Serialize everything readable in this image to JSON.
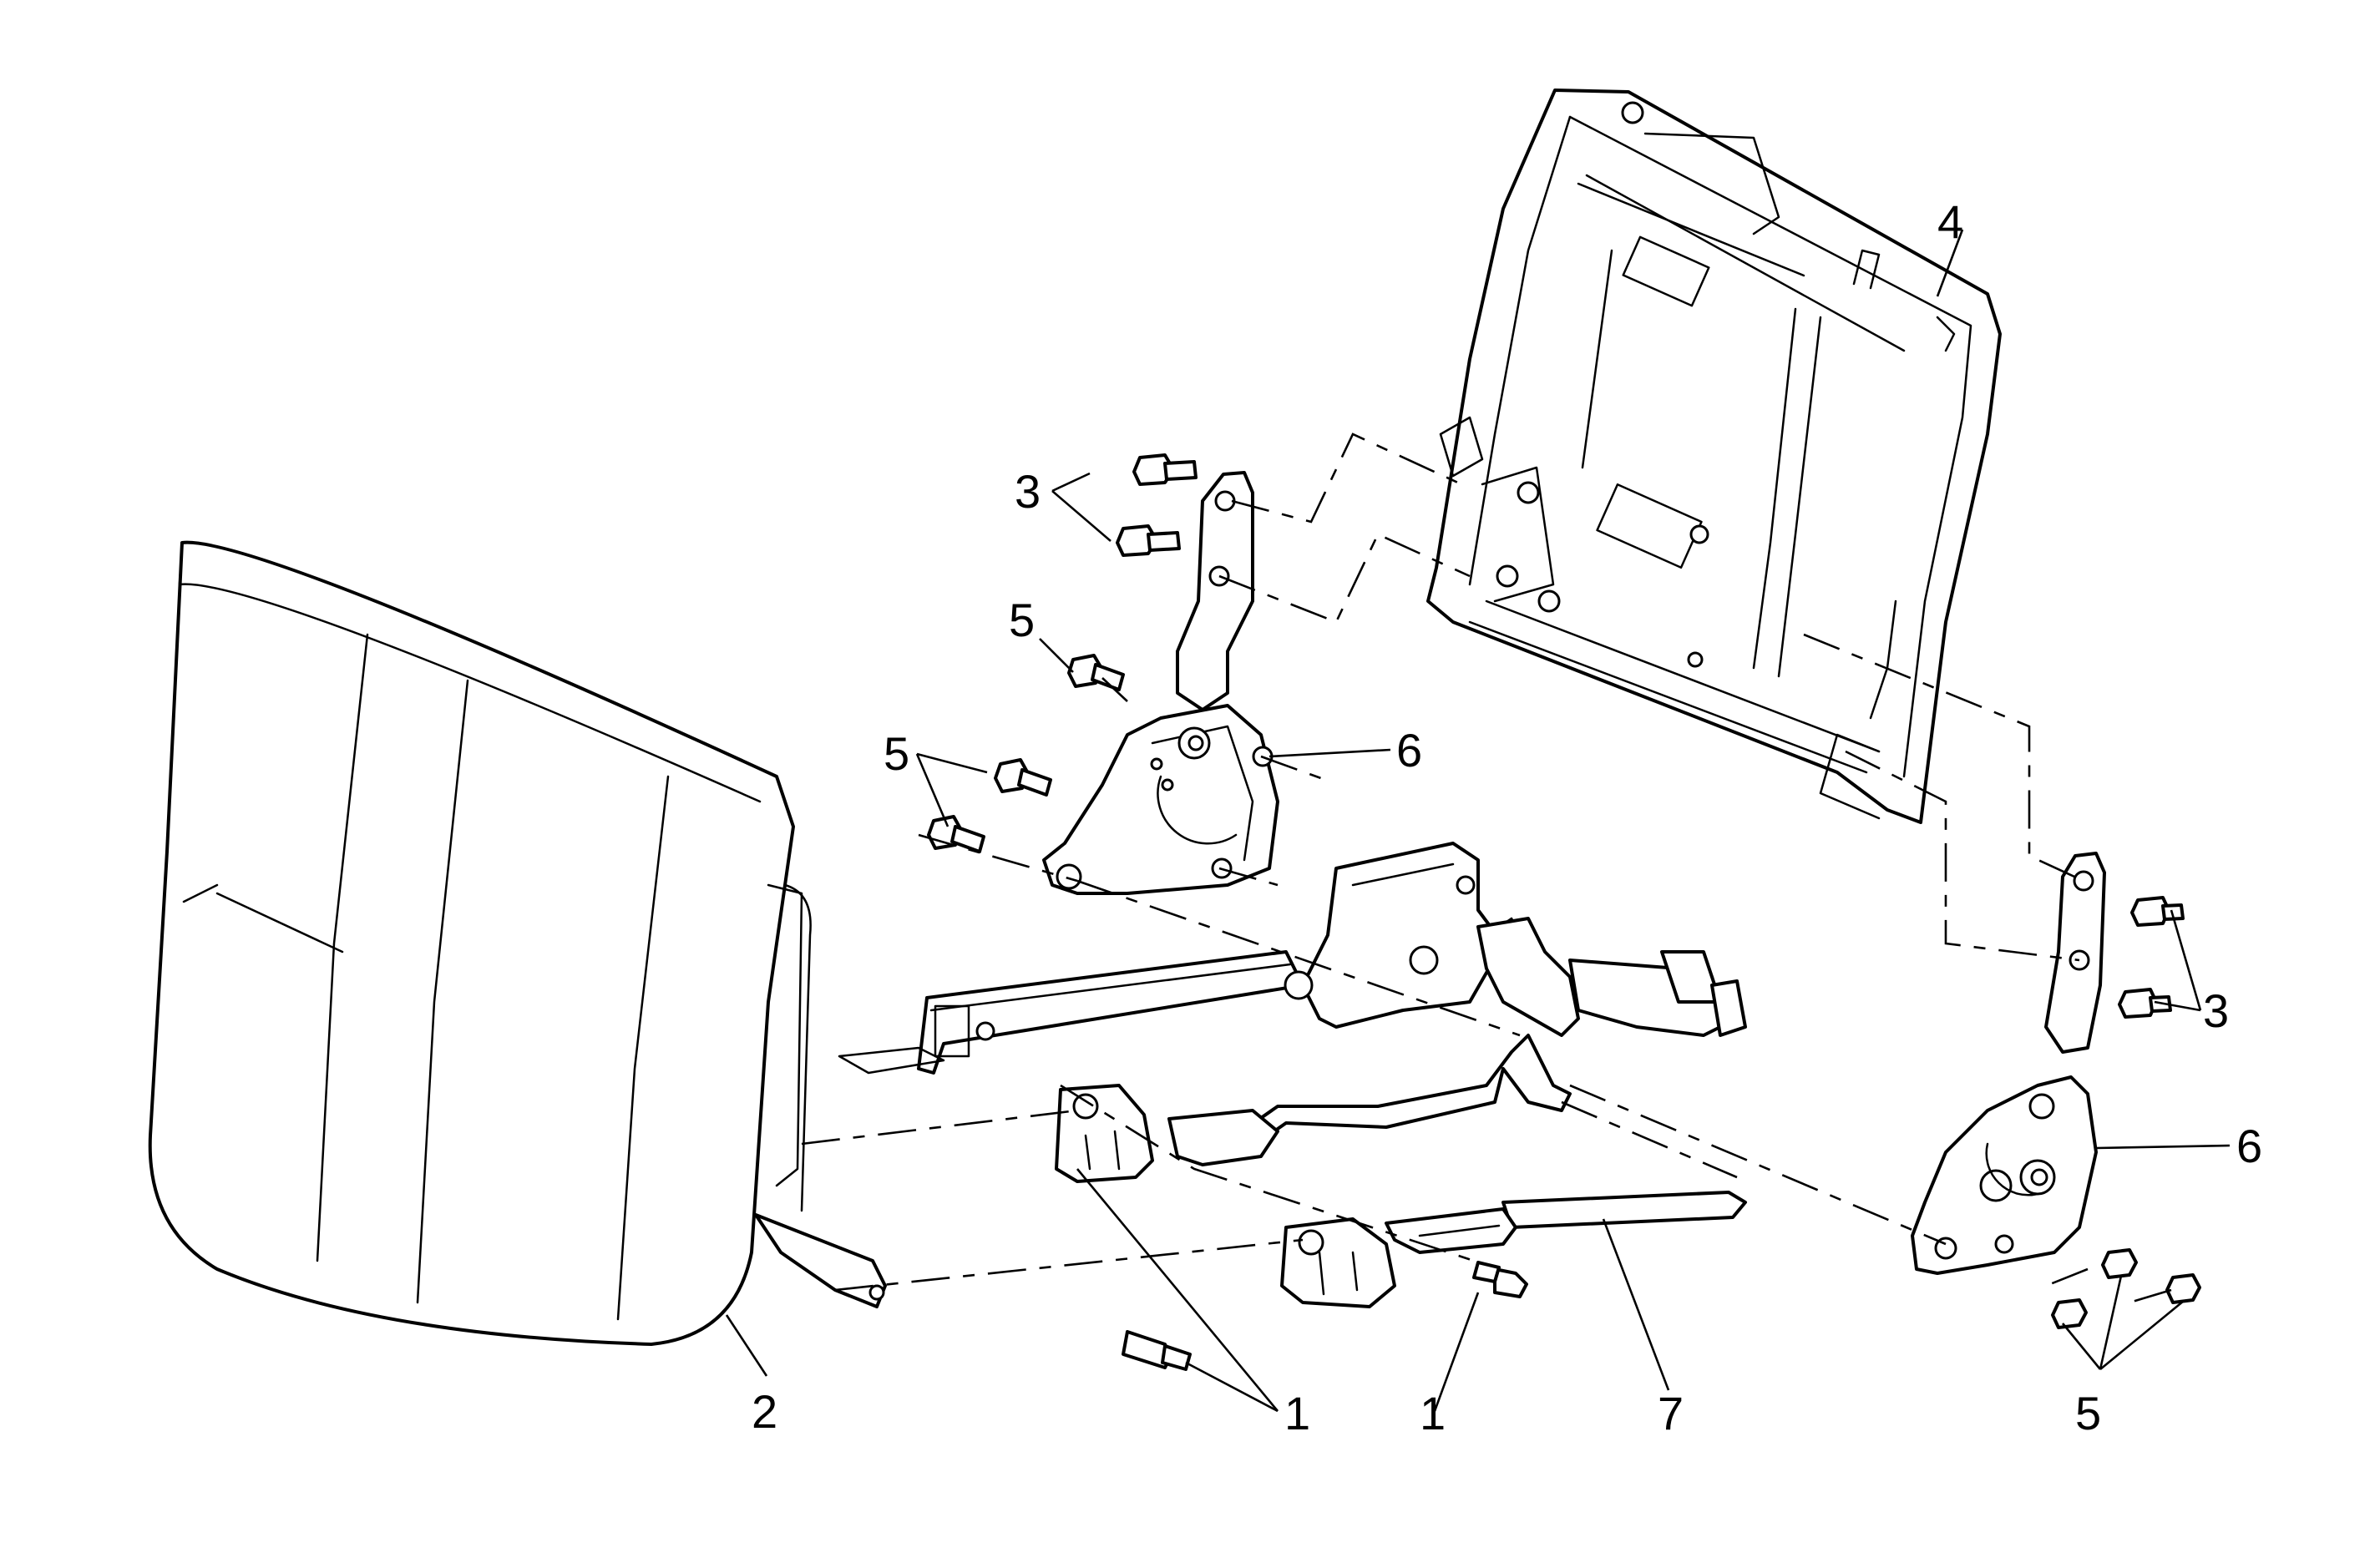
{
  "diagram": {
    "callouts": [
      {
        "id": "c3-left",
        "label": "3"
      },
      {
        "id": "c4",
        "label": "4"
      },
      {
        "id": "c5-upper",
        "label": "5"
      },
      {
        "id": "c5-left",
        "label": "5"
      },
      {
        "id": "c6-upper",
        "label": "6"
      },
      {
        "id": "c3-right",
        "label": "3"
      },
      {
        "id": "c6-right",
        "label": "6"
      },
      {
        "id": "c2",
        "label": "2"
      },
      {
        "id": "c1-left",
        "label": "1"
      },
      {
        "id": "c1-center",
        "label": "1"
      },
      {
        "id": "c7",
        "label": "7"
      },
      {
        "id": "c5-right",
        "label": "5"
      }
    ]
  }
}
